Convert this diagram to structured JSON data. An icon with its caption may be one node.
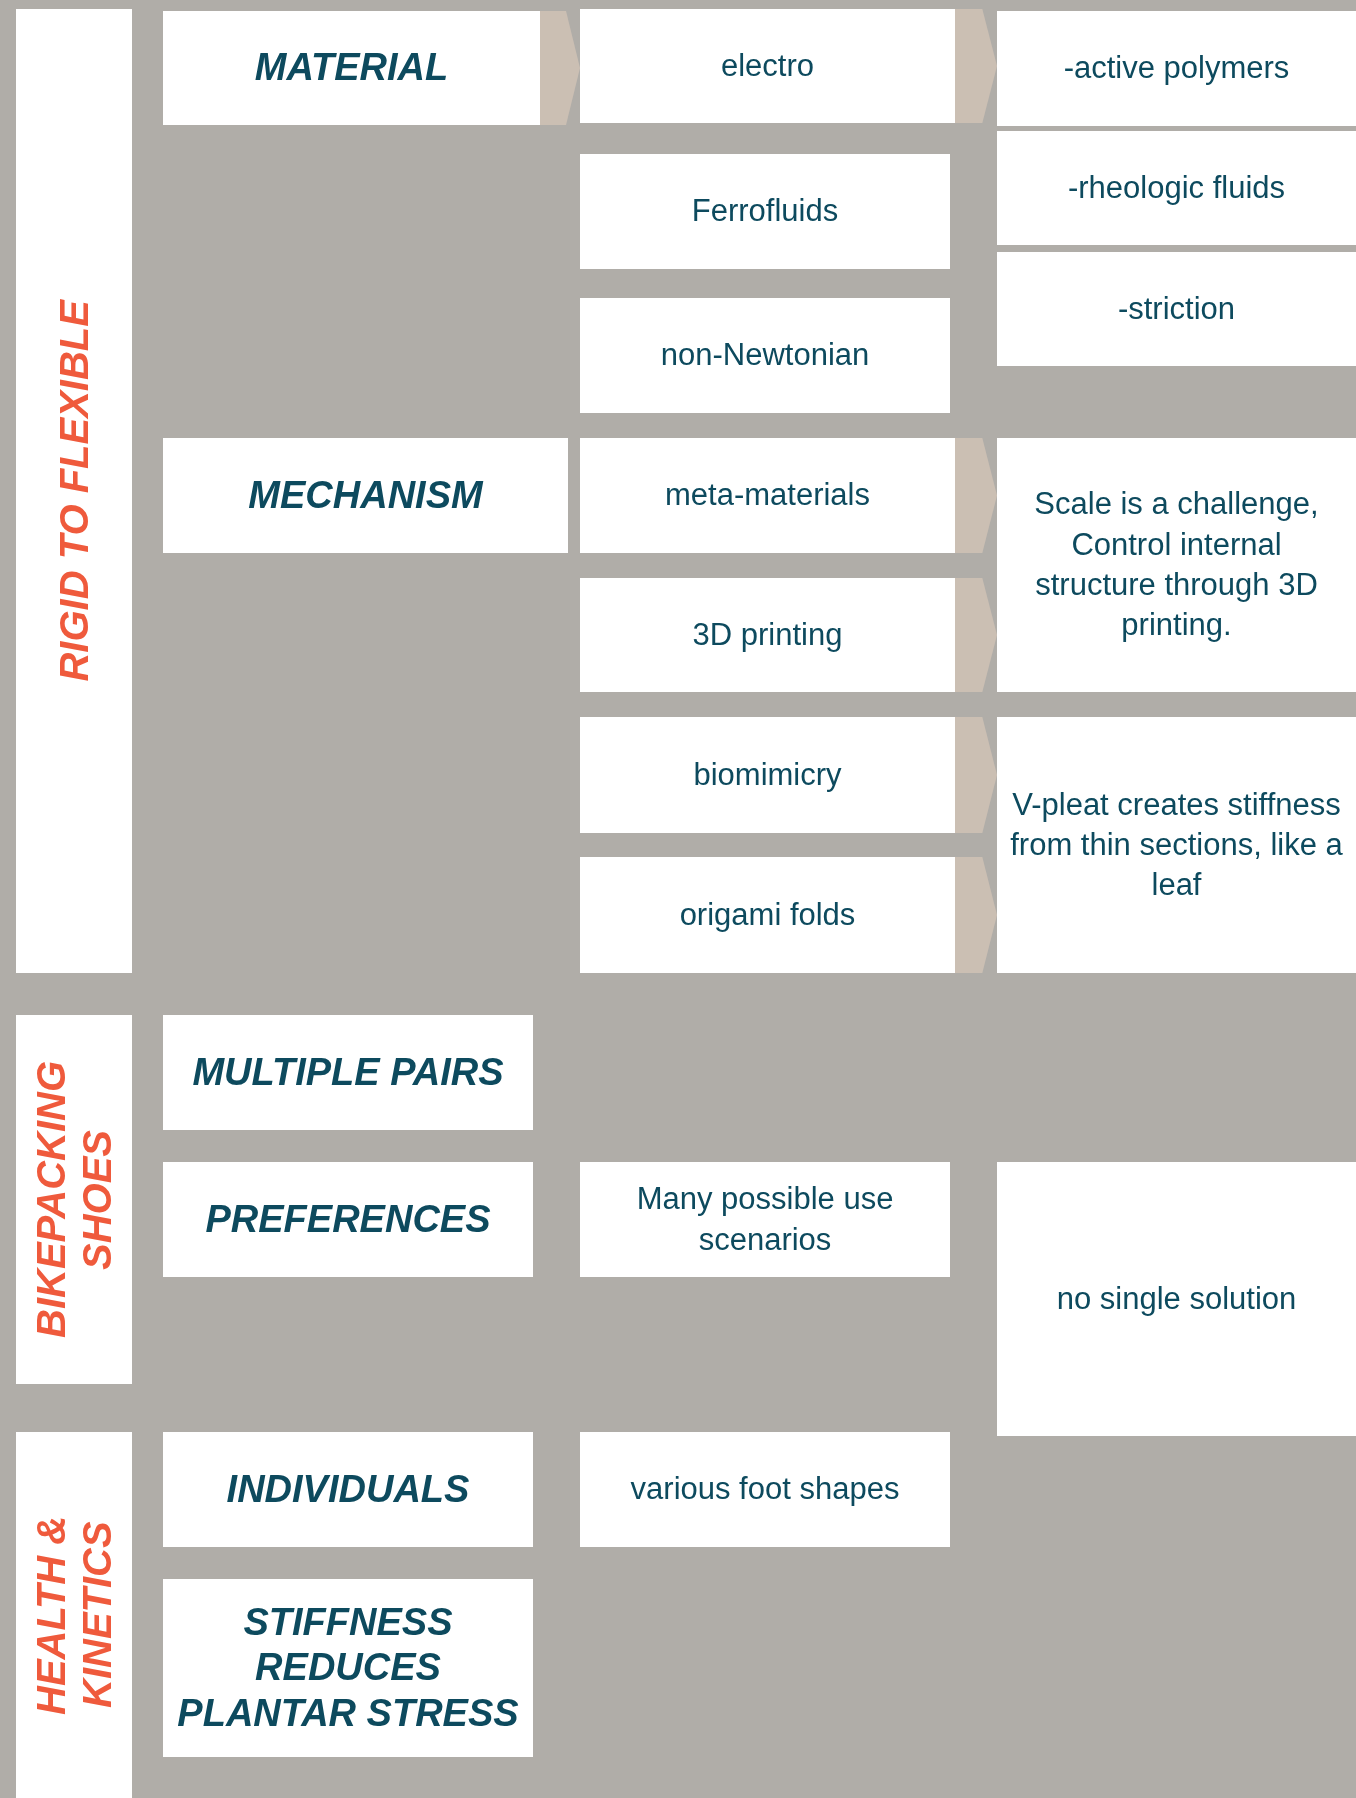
{
  "diagram": {
    "nodes": [
      {
        "text": [
          "RIGID TO FLEXIBLE"
        ]
      },
      {
        "text": [
          "MATERIAL"
        ]
      },
      {
        "text": [
          "electro"
        ]
      },
      {
        "text": [
          "-active polymers"
        ]
      },
      {
        "text": [
          "Ferrofluids"
        ]
      },
      {
        "text": [
          "-rheologic fluids"
        ]
      },
      {
        "text": [
          "non-Newtonian"
        ]
      },
      {
        "text": [
          "-striction"
        ]
      },
      {
        "text": [
          "MECHANISM"
        ]
      },
      {
        "text": [
          "meta-materials"
        ]
      },
      {
        "text": [
          "Scale is a challenge, Control internal structure through 3D printing."
        ]
      },
      {
        "text": [
          "3D printing"
        ]
      },
      {
        "text": [
          "biomimicry"
        ]
      },
      {
        "text": [
          "V-pleat creates stiffness from thin sections, like a leaf"
        ]
      },
      {
        "text": [
          "origami folds"
        ]
      },
      {
        "text": [
          "BIKEPACKING SHOES"
        ]
      },
      {
        "text": [
          "MULTIPLE PAIRS"
        ]
      },
      {
        "text": [
          "PREFERENCES"
        ]
      },
      {
        "text": [
          "Many possible use scenarios"
        ]
      },
      {
        "text": [
          "no single solution"
        ]
      },
      {
        "text": [
          "HEALTH & KINETICS"
        ]
      },
      {
        "text": [
          "INDIVIDUALS"
        ]
      },
      {
        "text": [
          "various foot shapes"
        ]
      },
      {
        "text": [
          "STIFFNESS REDUCES PLANTAR STRESS"
        ]
      }
    ],
    "edges": [
      {
        "from": 1,
        "to": 2,
        "arrow": "to"
      },
      {
        "from": 2,
        "to": 3,
        "arrow": "to"
      },
      {
        "from": 9,
        "to": 10,
        "arrow": "to"
      },
      {
        "from": 11,
        "to": 10,
        "arrow": "to"
      },
      {
        "from": 12,
        "to": 13,
        "arrow": "to"
      },
      {
        "from": 14,
        "to": 13,
        "arrow": "to"
      }
    ]
  }
}
